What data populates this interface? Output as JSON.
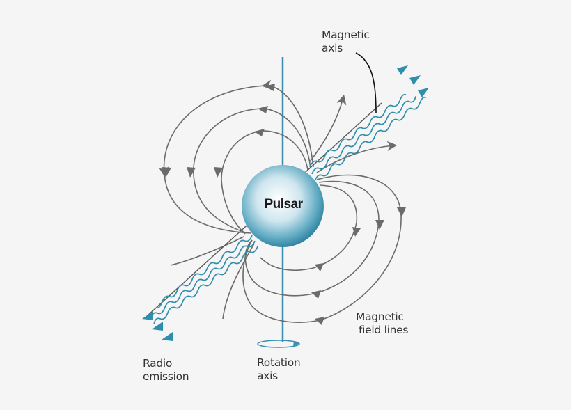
{
  "diagram": {
    "title": "Pulsar",
    "center_label": "Pulsar",
    "labels": {
      "magnetic_axis": [
        "Magnetic",
        "axis"
      ],
      "magnetic_field_lines": [
        "Magnetic",
        "field lines"
      ],
      "radio_emission": [
        "Radio",
        "emission"
      ],
      "rotation_axis": [
        "Rotation",
        "axis"
      ]
    },
    "colors": {
      "background": "#f5f5f5",
      "pulsar_fill_center": "#ffffff",
      "pulsar_fill_edge": "#2b7f9c",
      "radio_wave": "#2e8eab",
      "rotation_axis": "#3a8fb0",
      "field_lines": "#6b6b6b",
      "text": "#333333"
    },
    "elements": {
      "radio_beams_per_side": 3,
      "field_line_loops_per_side": 3
    }
  }
}
